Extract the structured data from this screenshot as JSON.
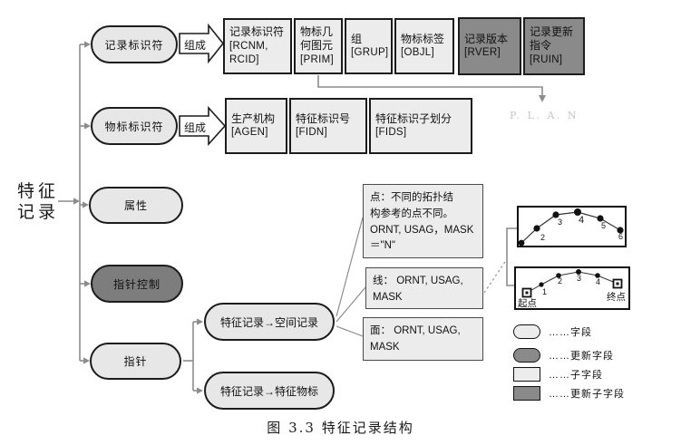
{
  "root": {
    "line1": "特征",
    "line2": "记录"
  },
  "tree": {
    "compose_label": "组成",
    "nodes": [
      {
        "label": "记录标识符",
        "type": "field"
      },
      {
        "label": "物标标识符",
        "type": "field"
      },
      {
        "label": "属性",
        "type": "field"
      },
      {
        "label": "指针控制",
        "type": "update-field"
      },
      {
        "label": "指针",
        "type": "field"
      }
    ]
  },
  "record_row": {
    "cells": [
      {
        "name": "记录标识符",
        "code": "[RCNM, RCID]",
        "type": "subfield"
      },
      {
        "name": "物标几何图元",
        "code": "[PRIM]",
        "type": "subfield"
      },
      {
        "name": "组",
        "code": "[GRUP]",
        "type": "subfield"
      },
      {
        "name": "物标标签",
        "code": "[OBJL]",
        "type": "subfield"
      },
      {
        "name": "记录版本",
        "code": "[RVER]",
        "type": "update-subfield"
      },
      {
        "name": "记录更新指令",
        "code": "[RUIN]",
        "type": "update-subfield"
      }
    ]
  },
  "object_row": {
    "cells": [
      {
        "name": "生产机构",
        "code": "[AGEN]",
        "type": "subfield"
      },
      {
        "name": "特征标识号",
        "code": "[FIDN]",
        "type": "subfield"
      },
      {
        "name": "特征标识子划分",
        "code": "[FIDS]",
        "type": "subfield"
      }
    ]
  },
  "plan_text": "P. L. A. N",
  "pointer_nodes": [
    {
      "label": "特征记录→空间记录"
    },
    {
      "label": "特征记录→特征物标"
    }
  ],
  "geometry_notes": [
    {
      "text": "点：不同的拓扑结\n构参考的点不同。\nORNT, USAG，MASK\n＝\"N\""
    },
    {
      "text": "线： ORNT, USAG,\nMASK"
    },
    {
      "text": "面： ORNT, USAG,\nMASK"
    }
  ],
  "diagrams": {
    "top": {
      "labels": [
        "2",
        "3",
        "4",
        "5",
        "6"
      ]
    },
    "bottom": {
      "labels": [
        "1",
        "2",
        "3",
        "4"
      ],
      "start": "起点",
      "end": "终点"
    }
  },
  "legend": {
    "items": [
      {
        "shape": "stadium-light",
        "label": "……字段"
      },
      {
        "shape": "stadium-dark",
        "label": "……更新字段"
      },
      {
        "shape": "rect-light",
        "label": "……子字段"
      },
      {
        "shape": "rect-dark",
        "label": "……更新子字段"
      }
    ]
  },
  "caption": "图 3.3 特征记录结构",
  "colors": {
    "light_fill": "#ececec",
    "dark_fill": "#8a8a8a",
    "line_gray": "#8c8c8c",
    "plan_gray": "#c5c5c5"
  }
}
